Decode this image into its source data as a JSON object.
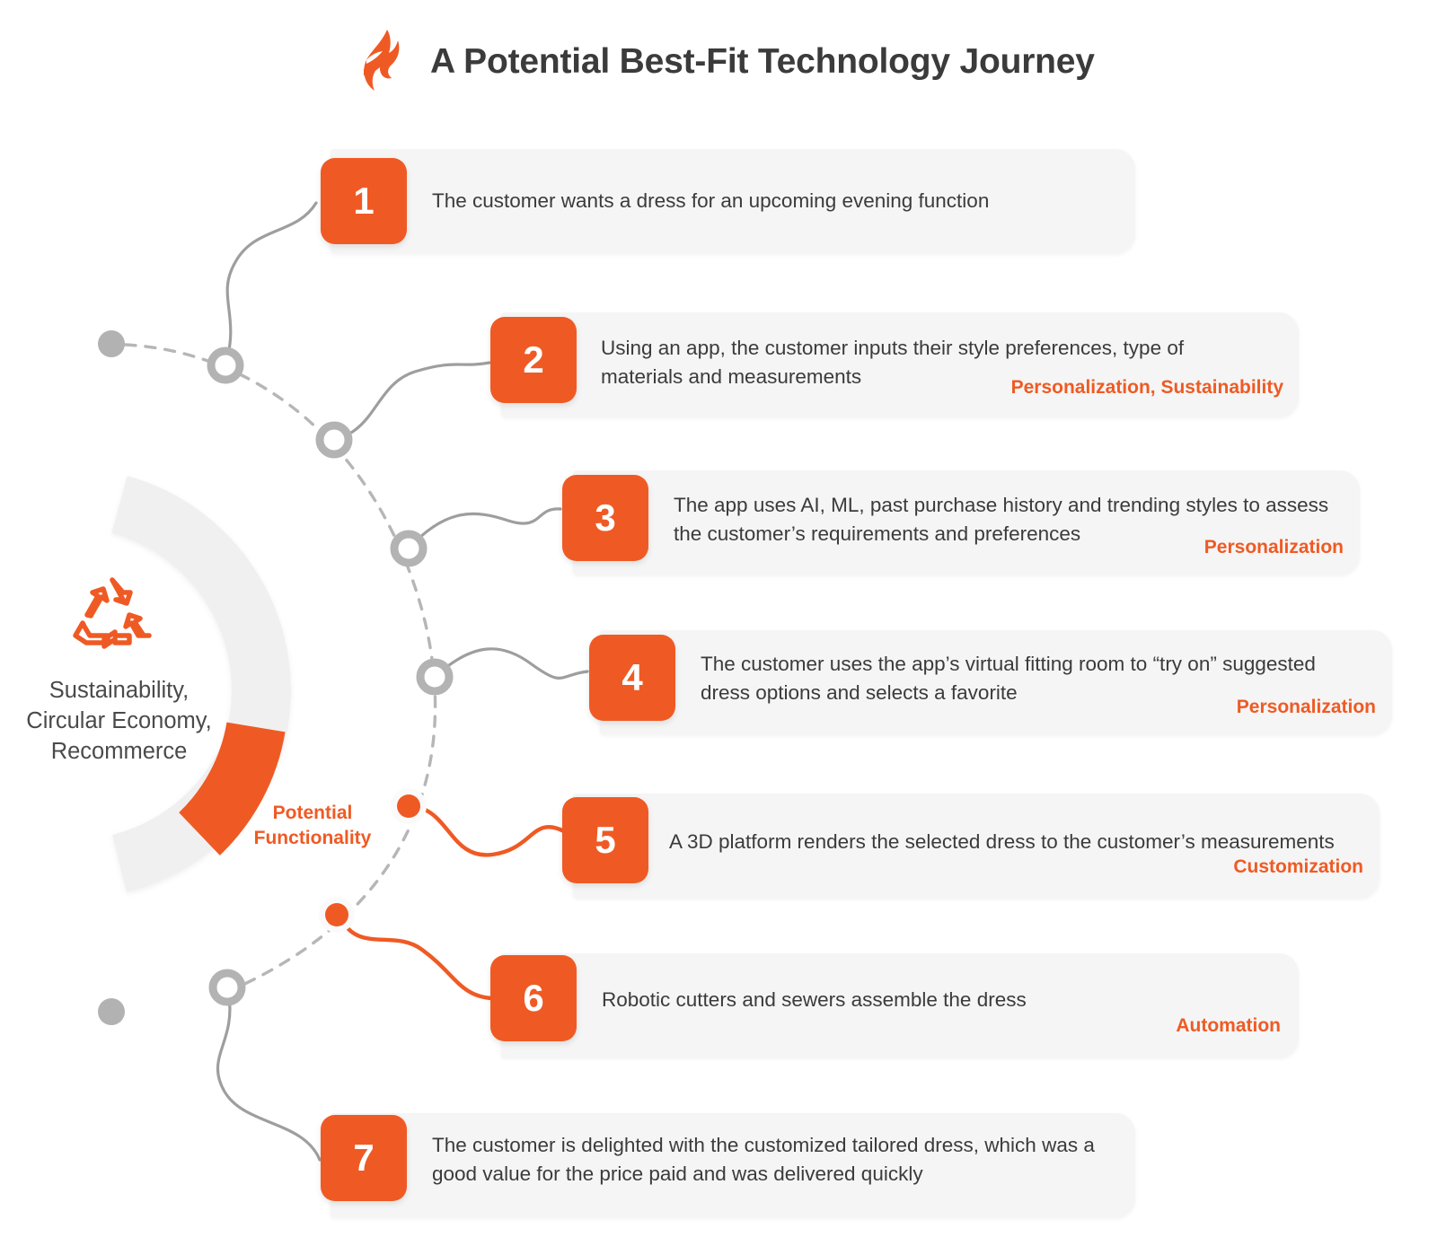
{
  "header": {
    "title": "A Potential Best-Fit Technology Journey",
    "logo_icon": "flame-icon"
  },
  "left_panel": {
    "icon": "recycle-icon",
    "caption_line1": "Sustainability,",
    "caption_line2": "Circular Economy,",
    "caption_line3": "Recommerce",
    "functionality_label_line1": "Potential",
    "functionality_label_line2": "Functionality"
  },
  "colors": {
    "accent": "#ef5a24",
    "card_bg": "#f5f5f5",
    "text": "#3b3b3b",
    "arc_gray": "#efefef",
    "node_gray": "#b0b0b0"
  },
  "steps": [
    {
      "number": "1",
      "description": "The customer wants a dress for an upcoming evening function",
      "tag": "",
      "highlighted": false
    },
    {
      "number": "2",
      "description": "Using an app, the customer inputs their style preferences, type of materials and measurements",
      "tag": "Personalization, Sustainability",
      "highlighted": false
    },
    {
      "number": "3",
      "description": "The app uses AI, ML, past purchase history and trending styles to assess the customer’s requirements and preferences",
      "tag": "Personalization",
      "highlighted": false
    },
    {
      "number": "4",
      "description": "The customer uses the app’s virtual fitting room to “try on” suggested dress options and selects a favorite",
      "tag": "Personalization",
      "highlighted": false
    },
    {
      "number": "5",
      "description": "A 3D platform renders the selected dress to the customer’s measurements",
      "tag": "Customization",
      "highlighted": true
    },
    {
      "number": "6",
      "description": "Robotic cutters and sewers assemble the dress",
      "tag": "Automation",
      "highlighted": true
    },
    {
      "number": "7",
      "description": "The customer is delighted with the customized tailored dress, which was a good value for the price paid and was delivered quickly",
      "tag": "",
      "highlighted": false
    }
  ]
}
